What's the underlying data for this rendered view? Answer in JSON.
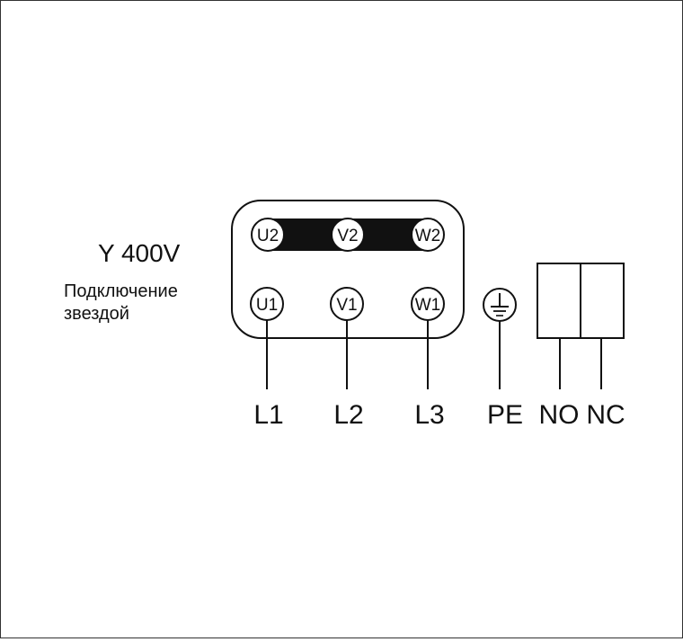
{
  "title": "Y 400V",
  "subtitle_line1": "Подключение",
  "subtitle_line2": "звездой",
  "terminals": {
    "top": [
      "U2",
      "V2",
      "W2"
    ],
    "bottom": [
      "U1",
      "V1",
      "W1"
    ]
  },
  "wire_labels": [
    "L1",
    "L2",
    "L3",
    "PE",
    "NO",
    "NC"
  ],
  "colors": {
    "line": "#111111",
    "bridge": "#111111",
    "background": "#ffffff"
  },
  "icons": {
    "ground": "ground-icon"
  }
}
